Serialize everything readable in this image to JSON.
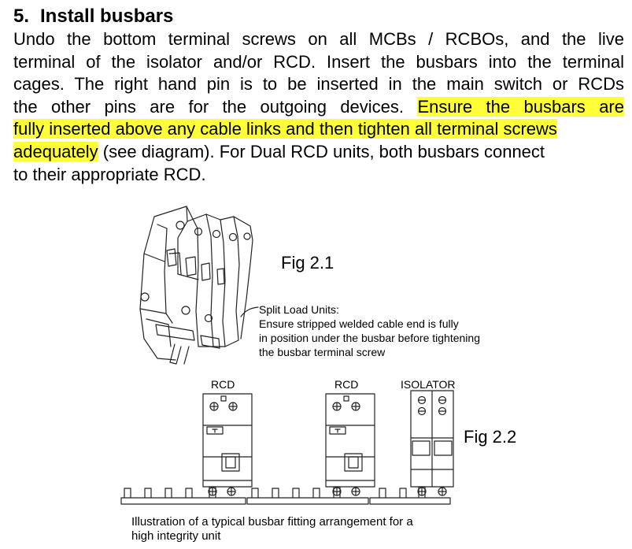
{
  "section": {
    "number": "5.",
    "title": "Install busbars"
  },
  "paragraph": {
    "line1": "Undo the bottom terminal screws on all MCBs / RCBOs, and the live",
    "line2": "terminal of the isolator and/or RCD. Insert the busbars into the terminal",
    "line3": "cages. The right hand pin is to be inserted in the main switch or RCDs",
    "line4_plain": "the other pins are for the outgoing devices.",
    "line4_highlight": "Ensure the busbars are",
    "line5_highlight": "fully inserted above any cable links and then tighten all terminal screws",
    "line6_highlight": "adequately",
    "line6_plain": "(see diagram). For Dual RCD units, both busbars connect",
    "line7": "to their appropriate RCD."
  },
  "figure_1": {
    "label": "Fig 2.1",
    "note_title": "Split Load Units:",
    "note_line1": "Ensure stripped welded cable end is fully",
    "note_line2": "in position under the busbar before tightening",
    "note_line3": "the busbar terminal screw"
  },
  "figure_2": {
    "label": "Fig 2.2",
    "device_1": "RCD",
    "device_2": "RCD",
    "device_3": "ISOLATOR",
    "caption_line1": "Illustration of a typical busbar fitting arrangement for a",
    "caption_line2": "high integrity unit"
  },
  "colors": {
    "highlight": "#ffff38",
    "text": "#000000"
  }
}
